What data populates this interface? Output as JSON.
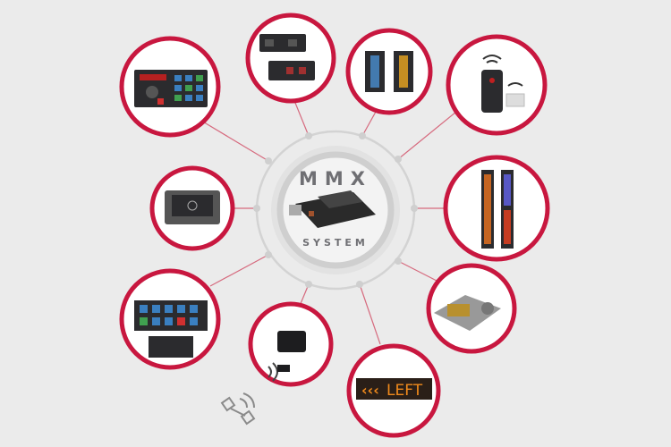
{
  "center": {
    "title": "MMX",
    "subtitle": "SYSTEM"
  },
  "colors": {
    "accent": "#c8173f",
    "background": "#ebebeb",
    "ring": "#d0d0d0",
    "text": "#6f6f73",
    "sign": "#f08a1c"
  },
  "nodes": [
    {
      "id": "control-panel",
      "icon": "control-panel-icon"
    },
    {
      "id": "switch-modules",
      "icon": "switch-module-icon"
    },
    {
      "id": "led-modules",
      "icon": "led-module-icon"
    },
    {
      "id": "wireless-remote",
      "icon": "remote-icon"
    },
    {
      "id": "led-light-bars",
      "icon": "light-bar-icon"
    },
    {
      "id": "hydraulic-pump",
      "icon": "pump-icon"
    },
    {
      "id": "directional-sign",
      "icon": "sign-icon",
      "sign_text": "LEFT"
    },
    {
      "id": "wireless-device",
      "icon": "wireless-device-icon"
    },
    {
      "id": "keypads",
      "icon": "keypad-icon"
    },
    {
      "id": "display",
      "icon": "display-icon"
    }
  ],
  "extra_icon": "satellite-icon"
}
